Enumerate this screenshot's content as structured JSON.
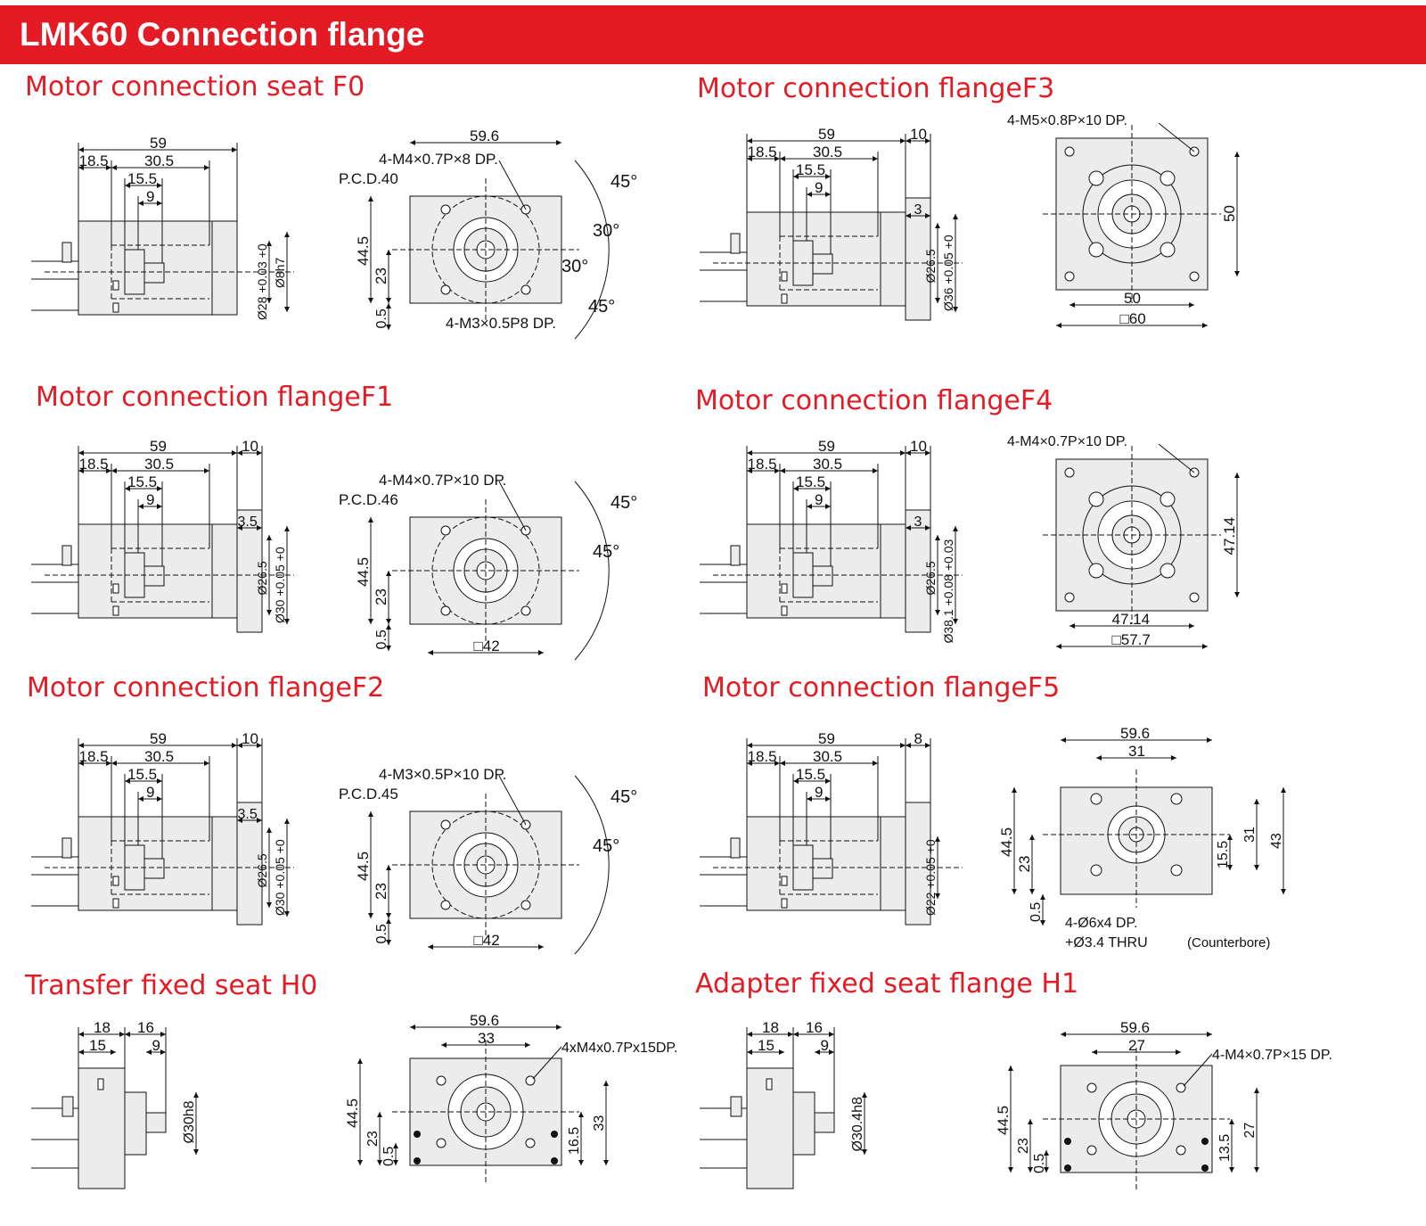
{
  "header": {
    "title": "LMK60 Connection flange"
  },
  "sections": {
    "f0": {
      "title": "Motor connection seat F0",
      "side_dims": [
        "59",
        "18.5",
        "30.5",
        "15.5",
        "9",
        "Ø28 +0.03 +0",
        "Ø8h7"
      ],
      "front_dims": [
        "59.6",
        "4-M4×0.7P×8 DP.",
        "P.C.D.40",
        "44.5",
        "23",
        "0.5",
        "4-M3×0.5P8 DP.",
        "45°",
        "30°",
        "30°",
        "45°"
      ]
    },
    "f1": {
      "title": "Motor connection flangeF1",
      "side_dims": [
        "59",
        "10",
        "18.5",
        "30.5",
        "15.5",
        "9",
        "3.5",
        "Ø26.5",
        "Ø30 +0.05 +0"
      ],
      "front_dims": [
        "4-M4×0.7P×10 DP.",
        "P.C.D.46",
        "44.5",
        "23",
        "0.5",
        "□42",
        "45°",
        "45°"
      ]
    },
    "f2": {
      "title": "Motor connection flangeF2",
      "side_dims": [
        "59",
        "10",
        "18.5",
        "30.5",
        "15.5",
        "9",
        "3.5",
        "Ø26.5",
        "Ø30 +0.05 +0"
      ],
      "front_dims": [
        "4-M3×0.5P×10 DP.",
        "P.C.D.45",
        "44.5",
        "23",
        "0.5",
        "□42",
        "45°",
        "45°"
      ]
    },
    "f3": {
      "title": "Motor connection flangeF3",
      "side_dims": [
        "59",
        "10",
        "18.5",
        "30.5",
        "15.5",
        "9",
        "3",
        "Ø26.5",
        "Ø36 +0.05 +0"
      ],
      "front_dims": [
        "4-M5×0.8P×10 DP.",
        "50",
        "50",
        "□60"
      ]
    },
    "f4": {
      "title": "Motor connection flangeF4",
      "side_dims": [
        "59",
        "10",
        "18.5",
        "30.5",
        "15.5",
        "9",
        "3",
        "Ø26.5",
        "Ø38.1 +0.08 +0.03"
      ],
      "front_dims": [
        "4-M4×0.7P×10 DP.",
        "47.14",
        "47.14",
        "□57.7"
      ]
    },
    "f5": {
      "title": "Motor connection flangeF5",
      "side_dims": [
        "59",
        "8",
        "18.5",
        "30.5",
        "15.5",
        "9",
        "Ø22 +0.05 +0"
      ],
      "front_dims": [
        "59.6",
        "31",
        "44.5",
        "23",
        "15.5",
        "31",
        "43",
        "0.5",
        "4-Ø6x4 DP.",
        "+Ø3.4 THRU",
        "(Counterbore)"
      ]
    },
    "h0": {
      "title": "Transfer fixed seat H0",
      "side_dims": [
        "18",
        "16",
        "15",
        "9",
        "Ø30h8"
      ],
      "front_dims": [
        "59.6",
        "33",
        "4xM4x0.7Px15DP.",
        "44.5",
        "23",
        "0.5",
        "16.5",
        "33"
      ]
    },
    "h1": {
      "title": "Adapter fixed seat flange H1",
      "side_dims": [
        "18",
        "16",
        "15",
        "9",
        "Ø30.4h8"
      ],
      "front_dims": [
        "59.6",
        "27",
        "4-M4×0.7P×15 DP.",
        "44.5",
        "23",
        "0.5",
        "13.5",
        "27"
      ]
    }
  }
}
